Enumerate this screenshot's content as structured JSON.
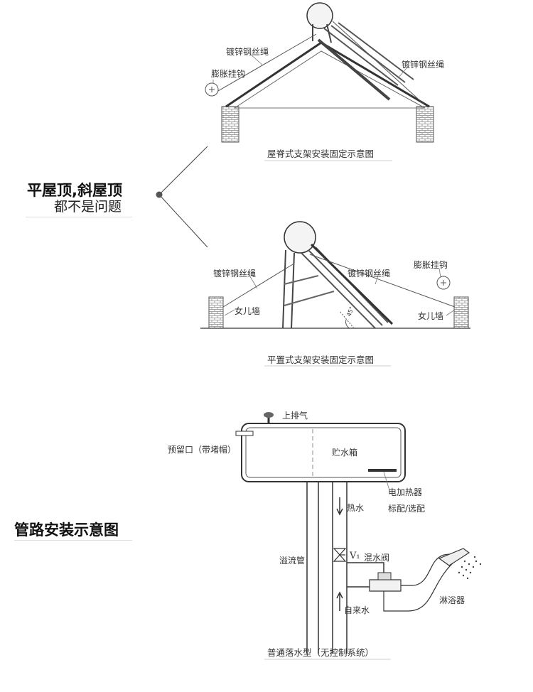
{
  "section1": {
    "headline": "平屋顶,斜屋顶",
    "subline": "都不是问题"
  },
  "roof_diagram": {
    "label_wire_left": "镀锌钢丝绳",
    "label_wire_right": "镀锌钢丝绳",
    "label_hook": "膨胀挂钩",
    "caption": "屋脊式支架安装固定示意图"
  },
  "flat_diagram": {
    "label_wire_left": "镀锌钢丝绳",
    "label_wire_right": "镀锌钢丝绳",
    "label_hook": "膨胀挂钩",
    "label_parapet_left": "女儿墙",
    "label_parapet_right": "女儿墙",
    "angle_label": "45°",
    "caption": "平置式支架安装固定示意图"
  },
  "section2": {
    "headline": "管路安装示意图"
  },
  "pipe_diagram": {
    "vent": "上排气",
    "reserved_port": "预留口（带堵帽）",
    "tank": "贮水箱",
    "heater": "电加热器",
    "heater_note": "标配/选配",
    "hot_water": "热水",
    "overflow": "溢流管",
    "valve_code": "V₁",
    "mixing_valve": "混水阀",
    "cold_water": "自来水",
    "shower": "淋浴器",
    "caption": "普通落水型（无控制系统）"
  }
}
